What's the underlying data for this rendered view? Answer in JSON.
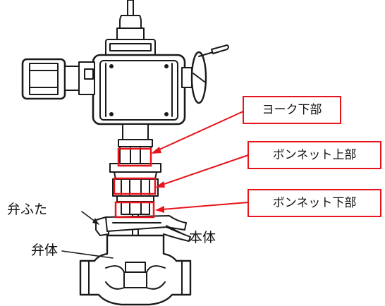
{
  "callouts": {
    "yoke_lower": "ヨーク下部",
    "bonnet_upper": "ボンネット上部",
    "bonnet_lower": "ボンネット下部"
  },
  "part_labels": {
    "valve_cover": "弁ふた",
    "body_main": "本体",
    "valve_body": "弁体"
  },
  "colors": {
    "highlight": "#e8141b",
    "line_art": "#1a1a1a",
    "background": "#ffffff"
  }
}
